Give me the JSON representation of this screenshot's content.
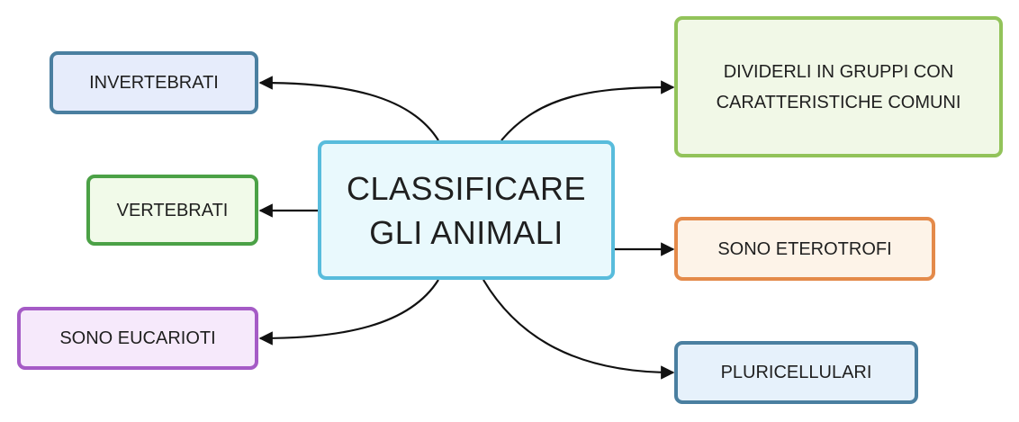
{
  "central": {
    "text": "CLASSIFICARE\nGLI ANIMALI"
  },
  "nodes": {
    "invertebrati": "INVERTEBRATI",
    "vertebrati": "VERTEBRATI",
    "eucarioti": "SONO EUCARIOTI",
    "gruppi": "DIVIDERLI IN GRUPPI CON\nCARATTERISTICHE COMUNI",
    "eterotrofi": "SONO ETEROTROFI",
    "pluricellulari": "PLURICELLULARI"
  },
  "colors": {
    "central_border": "#58bcdc",
    "invertebrati_border": "#4a7fa0",
    "vertebrati_border": "#4ba146",
    "eucarioti_border": "#a55bc6",
    "gruppi_border": "#92c35a",
    "eterotrofi_border": "#e48a4a",
    "pluricellulari_border": "#4a7fa0",
    "connector": "#111111"
  }
}
